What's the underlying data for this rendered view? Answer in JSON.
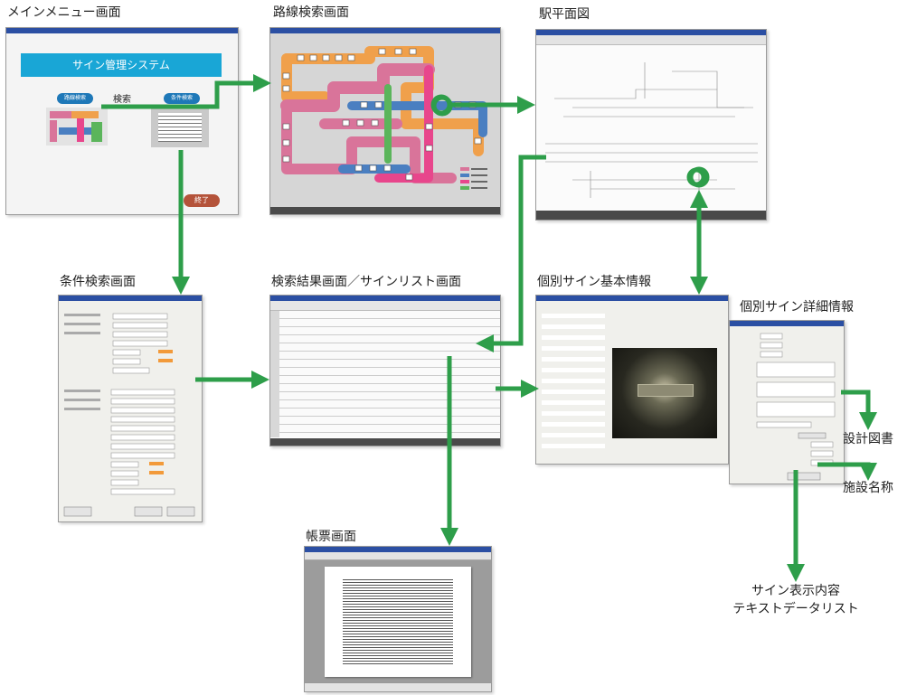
{
  "screens": {
    "main_menu": {
      "caption": "メインメニュー画面",
      "banner": "サイン管理システム",
      "route_btn": "路線検索",
      "search_label": "検索",
      "cond_btn": "条件検索",
      "exit_btn": "終了"
    },
    "route_search": {
      "caption": "路線検索画面"
    },
    "station_plan": {
      "caption": "駅平面図"
    },
    "condition_search": {
      "caption": "条件検索画面"
    },
    "result_list": {
      "caption": "検索結果画面／サインリスト画面"
    },
    "sign_basic": {
      "caption": "個別サイン基本情報"
    },
    "sign_detail": {
      "caption": "個別サイン詳細情報"
    },
    "report": {
      "caption": "帳票画面"
    }
  },
  "outputs": {
    "design_drawing": "設計図書",
    "facility_name": "施設名称",
    "sign_text_line1": "サイン表示内容",
    "sign_text_line2": "テキストデータリスト"
  },
  "colors": {
    "arrow": "#2e9e4a",
    "banner": "#19a6d6",
    "route_pink": "#d9749a",
    "route_orange": "#f0a04b",
    "route_blue": "#4a7fc1"
  }
}
